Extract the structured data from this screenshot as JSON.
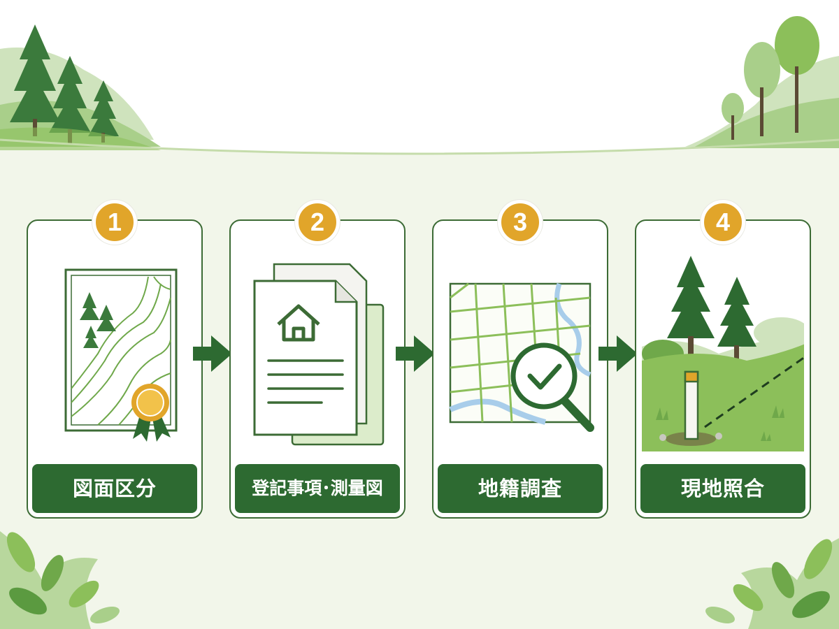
{
  "steps": [
    {
      "number": "1",
      "label": "図面区分"
    },
    {
      "number": "2",
      "label": "登記事項･測量図"
    },
    {
      "number": "3",
      "label": "地籍調査"
    },
    {
      "number": "4",
      "label": "現地照合"
    }
  ],
  "colors": {
    "background": "#f2f6ea",
    "card_border": "#3c6b35",
    "label_bg": "#2d6a31",
    "badge": "#e1a52a",
    "arrow": "#2d6a31",
    "forest_dark": "#3b7a3c",
    "forest_light": "#8cbf5a"
  },
  "icons": [
    "forest-map-icon",
    "ribbon-seal-icon",
    "house-document-icon",
    "cadastral-map-icon",
    "magnifier-check-icon",
    "boundary-post-icon"
  ]
}
